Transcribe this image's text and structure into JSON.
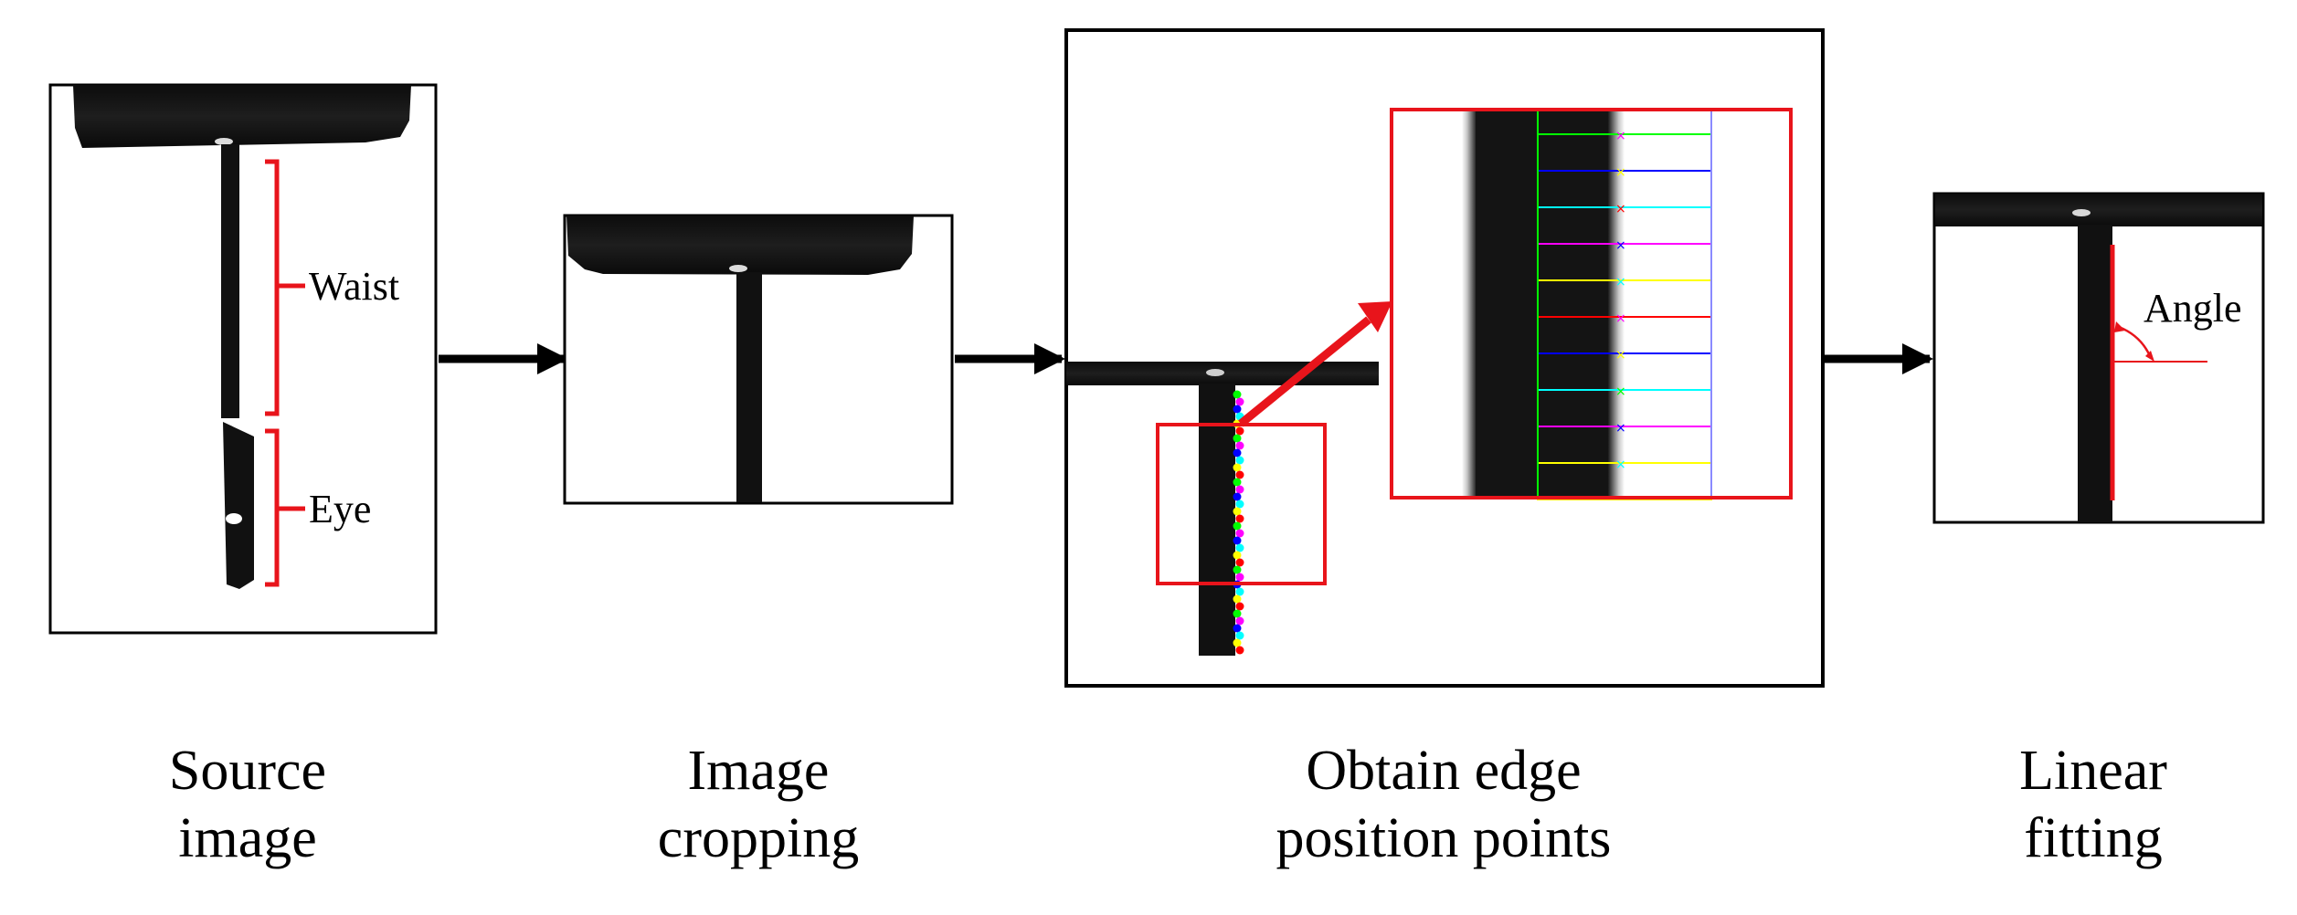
{
  "figure": {
    "stages": [
      {
        "line1": "Source",
        "line2": "image"
      },
      {
        "line1": "Image",
        "line2": "cropping"
      },
      {
        "line1": "Obtain edge",
        "line2": "position points"
      },
      {
        "line1": "Linear",
        "line2": "fitting"
      }
    ],
    "annotations": {
      "waist": "Waist",
      "eye": "Eye",
      "angle": "Angle"
    },
    "colors": {
      "highlight": "#e8141b",
      "arrow": "#000000",
      "needle": "#101010",
      "edge_points": [
        "#00ff00",
        "#ff00ff",
        "#0000ff",
        "#00ffff",
        "#ffff00",
        "#ff0000"
      ]
    }
  }
}
